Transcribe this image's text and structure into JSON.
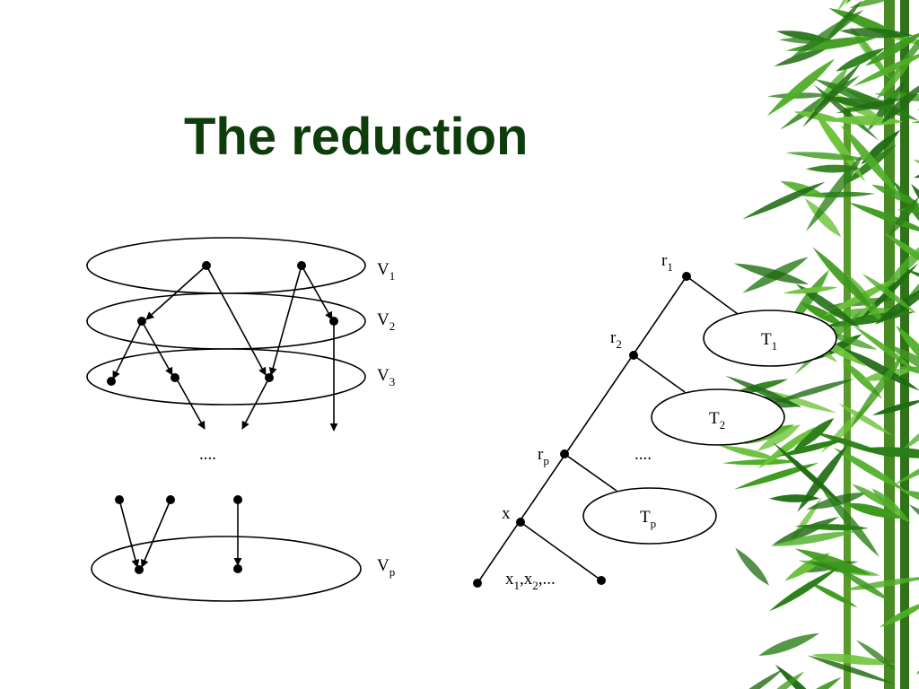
{
  "title": "The reduction",
  "layers": [
    {
      "base": "V",
      "sub": "1"
    },
    {
      "base": "V",
      "sub": "2"
    },
    {
      "base": "V",
      "sub": "3"
    },
    {
      "base": "V",
      "sub": "p"
    }
  ],
  "layer_ellipsis": "....",
  "tree": {
    "nodes": [
      {
        "base": "r",
        "sub": "1"
      },
      {
        "base": "r",
        "sub": "2"
      },
      {
        "base": "r",
        "sub": "p"
      },
      {
        "base": "x",
        "sub": ""
      }
    ],
    "subtrees": [
      {
        "base": "T",
        "sub": "1"
      },
      {
        "base": "T",
        "sub": "2"
      },
      {
        "base": "T",
        "sub": "p"
      }
    ],
    "ellipsis": "....",
    "leaf_label": {
      "p1": "x",
      "s1": "1",
      "p2": ",x",
      "s2": "2",
      "p3": ",..."
    }
  },
  "colors": {
    "title": "#0d3d0b",
    "bamboo_dark": "#1f6b12",
    "bamboo_mid": "#3d9a1c",
    "bamboo_light": "#6cc23a"
  }
}
